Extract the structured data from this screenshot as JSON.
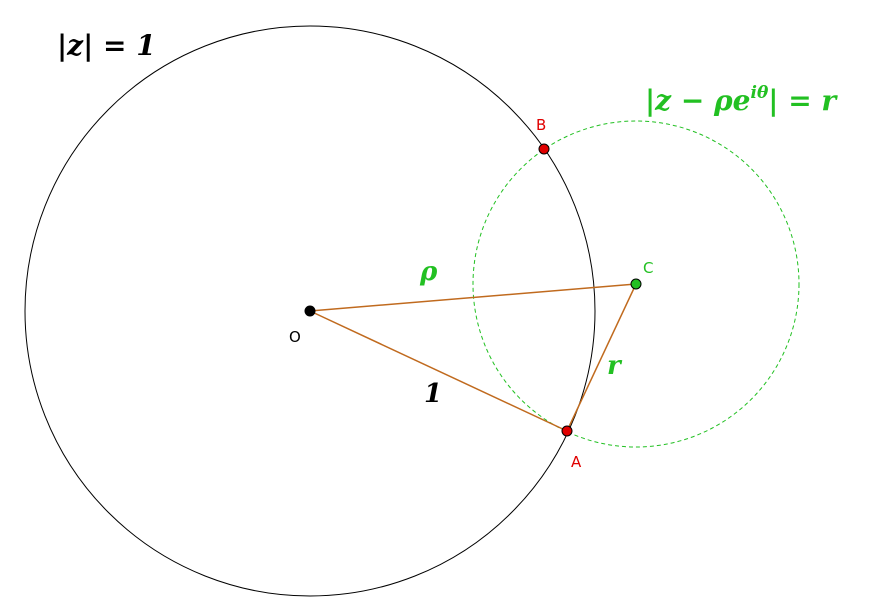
{
  "labels": {
    "unit_circle": "|z| = 1",
    "small_circle_prefix": "|z − ρe",
    "small_circle_exponent": "iθ",
    "small_circle_suffix": "| = r",
    "point_o": "O",
    "point_a": "A",
    "point_b": "B",
    "point_c": "C",
    "rho": "ρ",
    "one": "1",
    "r": "r"
  },
  "colors": {
    "black": "#000000",
    "green": "#22c022",
    "red": "#e00000",
    "orange": "#c06a1e"
  }
}
